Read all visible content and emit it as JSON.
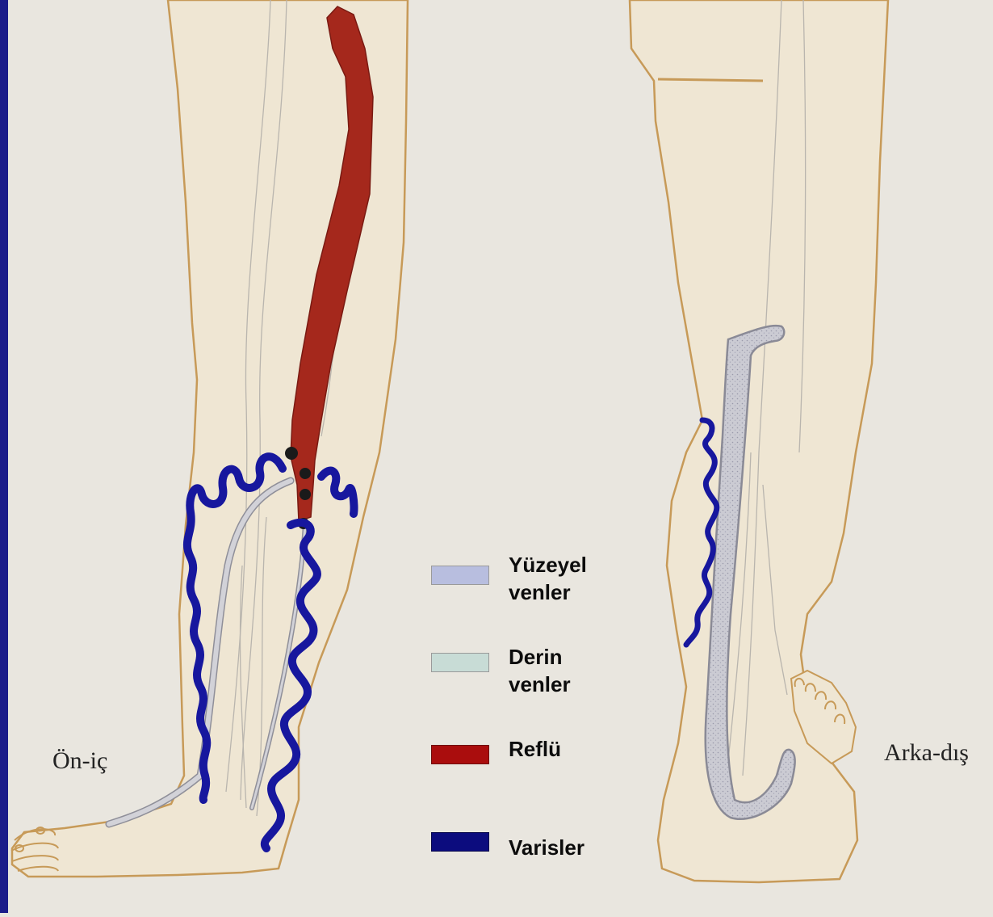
{
  "views": {
    "front": {
      "label": "Ön-iç"
    },
    "back": {
      "label": "Arka-dış"
    }
  },
  "legend": [
    {
      "line1": "Yüzeyel",
      "line2": "venler",
      "color": "#b8bedf"
    },
    {
      "line1": "Derin",
      "line2": "venler",
      "color": "#c8dcd6"
    },
    {
      "line1": "Reflü",
      "line2": "",
      "color": "#aa0d0d"
    },
    {
      "line1": "Varisler",
      "line2": "",
      "color": "#0c0c7e"
    }
  ],
  "colors": {
    "skin": "#efe6d3",
    "outline": "#c79a58",
    "reflux": "#a5281c",
    "varicose": "#17179e",
    "vein": "#cfcfd6"
  }
}
